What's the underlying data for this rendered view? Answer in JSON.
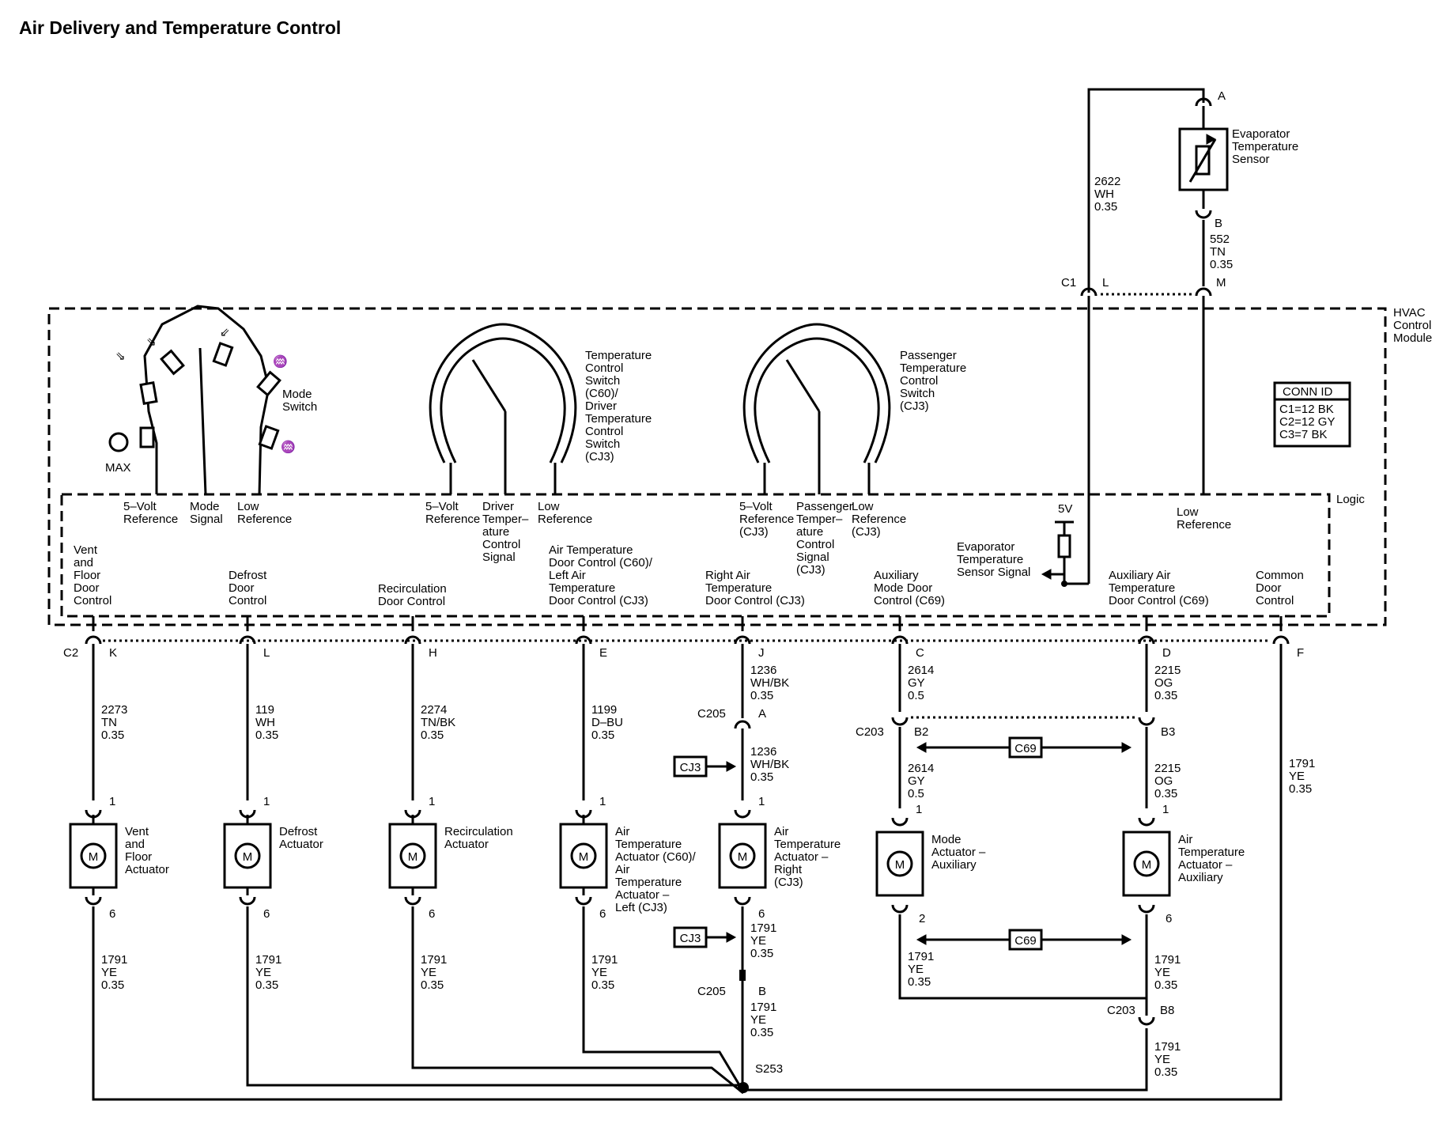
{
  "title": "Air Delivery and Temperature Control",
  "module": {
    "label": [
      "HVAC",
      "Control",
      "Module"
    ],
    "logic_label": "Logic"
  },
  "conn_id": {
    "header": "CONN ID",
    "lines": [
      "C1=12 BK",
      "C2=12 GY",
      "C3=7 BK"
    ]
  },
  "sensor": {
    "label": [
      "Evaporator",
      "Temperature",
      "Sensor"
    ],
    "pin_a": "A",
    "pin_b": "B",
    "wire_a": [
      "2622",
      "WH",
      "0.35"
    ],
    "wire_b": [
      "552",
      "TN",
      "0.35"
    ],
    "conn": "C1",
    "pin_l": "L",
    "pin_m": "M",
    "five_volt": "5V",
    "signal_label": [
      "Evaporator",
      "Temperature",
      "Sensor Signal"
    ],
    "low_ref": [
      "Low",
      "Reference"
    ]
  },
  "mode_switch": {
    "label": [
      "Mode",
      "Switch"
    ],
    "max": "MAX",
    "terms": [
      [
        "5–Volt",
        "Reference"
      ],
      [
        "Mode",
        "Signal"
      ],
      [
        "Low",
        "Reference"
      ]
    ]
  },
  "driver_switch": {
    "label": [
      "Temperature",
      "Control",
      "Switch",
      "(C60)/",
      "Driver",
      "Temperature",
      "Control",
      "Switch",
      "(CJ3)"
    ],
    "terms": [
      [
        "5–Volt",
        "Reference"
      ],
      [
        "Driver",
        "Temper–",
        "ature",
        "Control",
        "Signal"
      ],
      [
        "Low",
        "Reference"
      ]
    ]
  },
  "pass_switch": {
    "label": [
      "Passenger",
      "Temperature",
      "Control",
      "Switch",
      "(CJ3)"
    ],
    "terms": [
      [
        "5–Volt",
        "Reference",
        "(CJ3)"
      ],
      [
        "Passenger",
        "Temper–",
        "ature",
        "Control",
        "Signal",
        "(CJ3)"
      ],
      [
        "Low",
        "Reference",
        "(CJ3)"
      ]
    ]
  },
  "c2_label": "C2",
  "outputs": [
    {
      "label": [
        "Vent",
        "and",
        "Floor",
        "Door",
        "Control"
      ],
      "pin": "K",
      "wire": [
        "2273",
        "TN",
        "0.35"
      ],
      "act_pin_top": "1",
      "act_pin_bot": "6",
      "actuator": [
        "Vent",
        "and",
        "Floor",
        "Actuator"
      ],
      "ret": [
        "1791",
        "YE",
        "0.35"
      ]
    },
    {
      "label": [
        "Defrost",
        "Door",
        "Control"
      ],
      "pin": "L",
      "wire": [
        "119",
        "WH",
        "0.35"
      ],
      "act_pin_top": "1",
      "act_pin_bot": "6",
      "actuator": [
        "Defrost",
        "Actuator"
      ],
      "ret": [
        "1791",
        "YE",
        "0.35"
      ]
    },
    {
      "label": [
        "Recirculation",
        "Door Control"
      ],
      "pin": "H",
      "wire": [
        "2274",
        "TN/BK",
        "0.35"
      ],
      "act_pin_top": "1",
      "act_pin_bot": "6",
      "actuator": [
        "Recirculation",
        "Actuator"
      ],
      "ret": [
        "1791",
        "YE",
        "0.35"
      ]
    },
    {
      "label": [
        "Air Temperature",
        "Door Control (C60)/",
        "Left Air",
        "Temperature",
        "Door Control (CJ3)"
      ],
      "pin": "E",
      "wire": [
        "1199",
        "D–BU",
        "0.35"
      ],
      "act_pin_top": "1",
      "act_pin_bot": "6",
      "actuator": [
        "Air",
        "Temperature",
        "Actuator (C60)/",
        "Air",
        "Temperature",
        "Actuator –",
        "Left (CJ3)"
      ],
      "ret": [
        "1791",
        "YE",
        "0.35"
      ]
    },
    {
      "label": [
        "Right Air",
        "Temperature",
        "Door Control (CJ3)"
      ],
      "pin": "J",
      "wire": [
        "1236",
        "WH/BK",
        "0.35"
      ],
      "conn_top": "C205",
      "conn_top_pin": "A",
      "wire2": [
        "1236",
        "WH/BK",
        "0.35"
      ],
      "tag": "CJ3",
      "act_pin_top": "1",
      "act_pin_bot": "6",
      "actuator": [
        "Air",
        "Temperature",
        "Actuator –",
        "Right",
        "(CJ3)"
      ],
      "ret": [
        "1791",
        "YE",
        "0.35"
      ],
      "conn_bot": "C205",
      "conn_bot_pin": "B",
      "ret2": [
        "1791",
        "YE",
        "0.35"
      ]
    },
    {
      "label": [
        "Auxiliary",
        "Mode Door",
        "Control (C69)"
      ],
      "pin": "C",
      "wire": [
        "2614",
        "GY",
        "0.5"
      ],
      "conn_top": "C203",
      "conn_top_pin": "B2",
      "wire2": [
        "2614",
        "GY",
        "0.5"
      ],
      "act_pin_top": "1",
      "act_pin_bot": "2",
      "actuator": [
        "Mode",
        "Actuator –",
        "Auxiliary"
      ],
      "ret": [
        "1791",
        "YE",
        "0.35"
      ]
    },
    {
      "label": [
        "Auxiliary Air",
        "Temperature",
        "Door Control (C69)"
      ],
      "pin": "D",
      "wire": [
        "2215",
        "OG",
        "0.35"
      ],
      "conn_top_pin": "B3",
      "wire2": [
        "2215",
        "OG",
        "0.35"
      ],
      "act_pin_top": "1",
      "act_pin_bot": "6",
      "actuator": [
        "Air",
        "Temperature",
        "Actuator –",
        "Auxiliary"
      ],
      "ret": [
        "1791",
        "YE",
        "0.35"
      ],
      "conn_bot": "C203",
      "conn_bot_pin": "B8",
      "ret2": [
        "1791",
        "YE",
        "0.35"
      ]
    },
    {
      "label": [
        "Common",
        "Door",
        "Control"
      ],
      "pin": "F",
      "ret": [
        "1791",
        "YE",
        "0.35"
      ]
    }
  ],
  "c69_tag": "C69",
  "motor_symbol": "M",
  "splice": "S253"
}
